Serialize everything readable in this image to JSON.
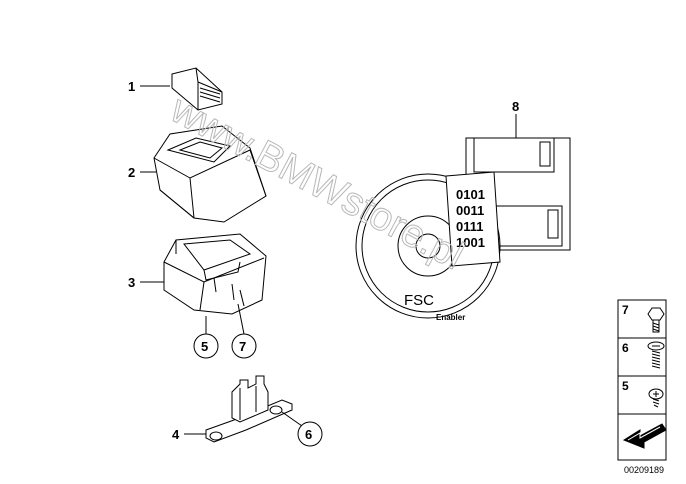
{
  "parts": [
    {
      "number": "1"
    },
    {
      "number": "2"
    },
    {
      "number": "3"
    },
    {
      "number": "4"
    },
    {
      "number": "8"
    }
  ],
  "callouts": [
    {
      "number": "5"
    },
    {
      "number": "7"
    },
    {
      "number": "6"
    }
  ],
  "disk_label": {
    "binary_lines": [
      "0101",
      "0011",
      "0111",
      "1001"
    ]
  },
  "cd_label": {
    "title": "FSC",
    "subtitle": "Enabler"
  },
  "legend": {
    "items": [
      {
        "number": "7",
        "icon": "bolt-icon"
      },
      {
        "number": "6",
        "icon": "spring-washer-screw-icon"
      },
      {
        "number": "5",
        "icon": "screw-icon"
      }
    ],
    "arrow_icon": "next-page-arrow-icon"
  },
  "diagram_id": "00209189",
  "watermark": "www.BMWstore.pl"
}
